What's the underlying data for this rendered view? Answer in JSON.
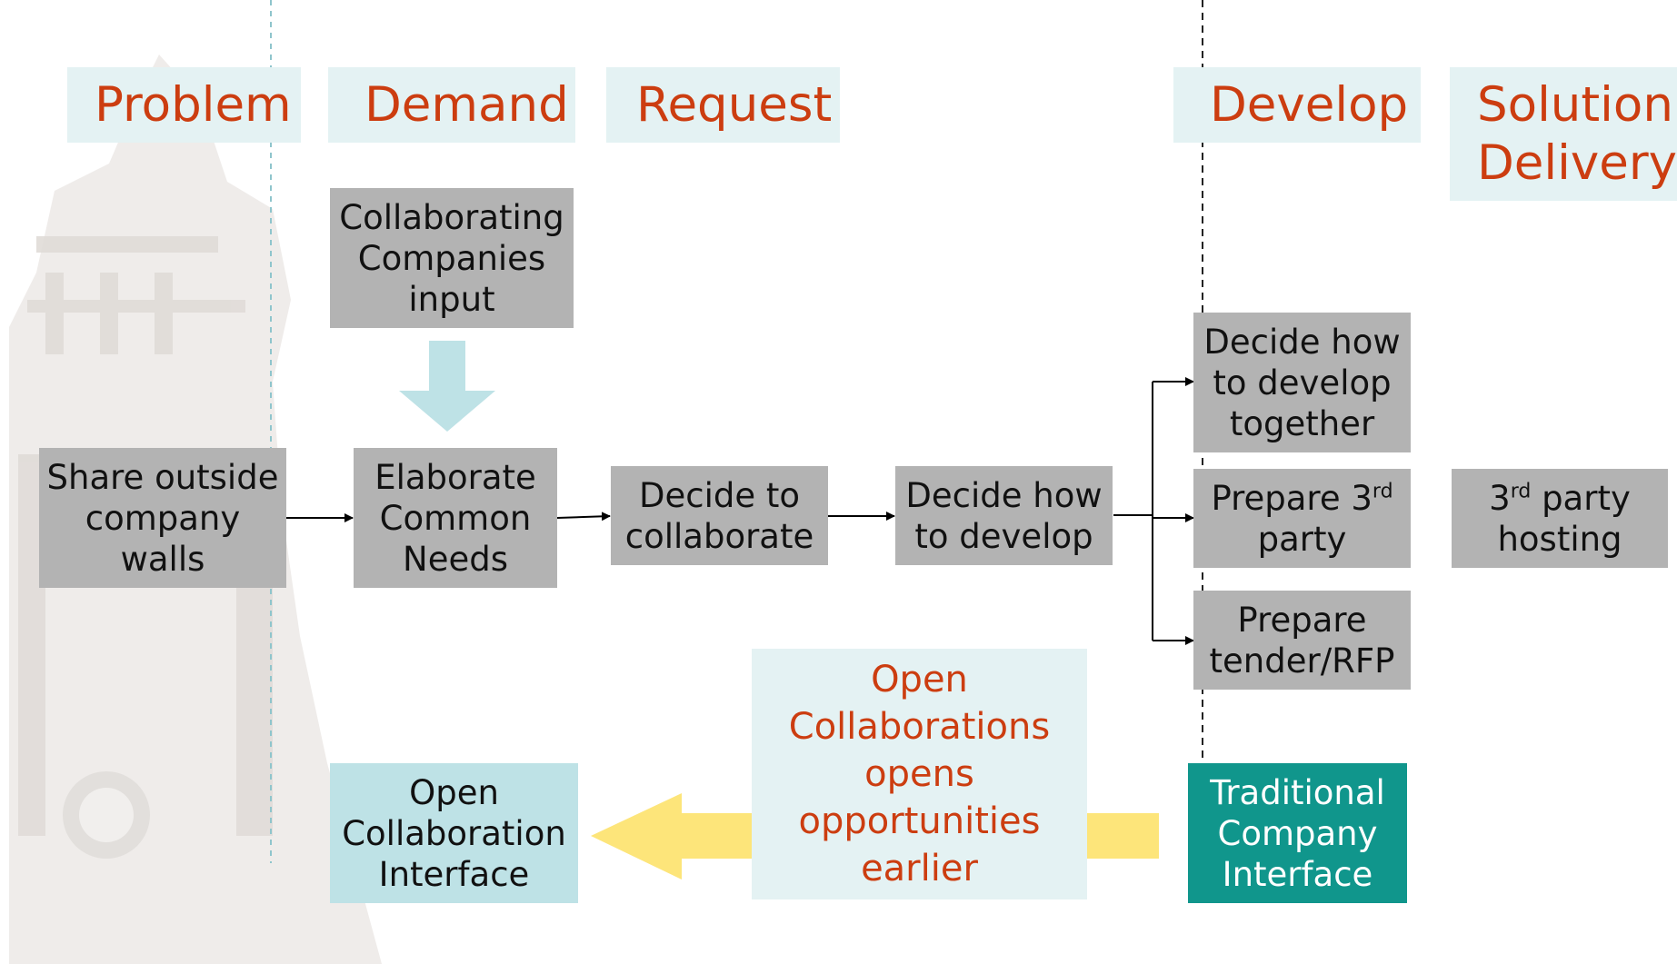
{
  "phases": {
    "problem": "Problem",
    "demand": "Demand",
    "request": "Request",
    "develop": "Develop",
    "solution": "Solution\nDelivery"
  },
  "boxes": {
    "collab_input": "Collaborating\nCompanies\ninput",
    "share": "Share outside\ncompany\nwalls",
    "elaborate": "Elaborate\nCommon\nNeeds",
    "decide_collab": "Decide to\ncollaborate",
    "decide_how": "Decide how\nto develop",
    "decide_together": "Decide how\nto develop\ntogether",
    "prepare3_a": "Prepare 3",
    "prepare3_sup": "rd",
    "prepare3_b": "party",
    "tender": "Prepare\ntender/RFP",
    "hosting_a": "3",
    "hosting_sup": "rd",
    "hosting_b": " party",
    "hosting_c": "hosting"
  },
  "callouts": {
    "open_interface": "Open\nCollaboration\nInterface",
    "opportunities": "Open\nCollaborations\nopens\nopportunities\nearlier",
    "traditional": "Traditional\nCompany\nInterface"
  },
  "colors": {
    "phase_bg": "#e4f2f3",
    "phase_text": "#cc3d10",
    "box_gray": "#b3b3b3",
    "light_blue": "#bee2e6",
    "teal": "#10968c",
    "yellow_arrow": "#fde57a"
  }
}
